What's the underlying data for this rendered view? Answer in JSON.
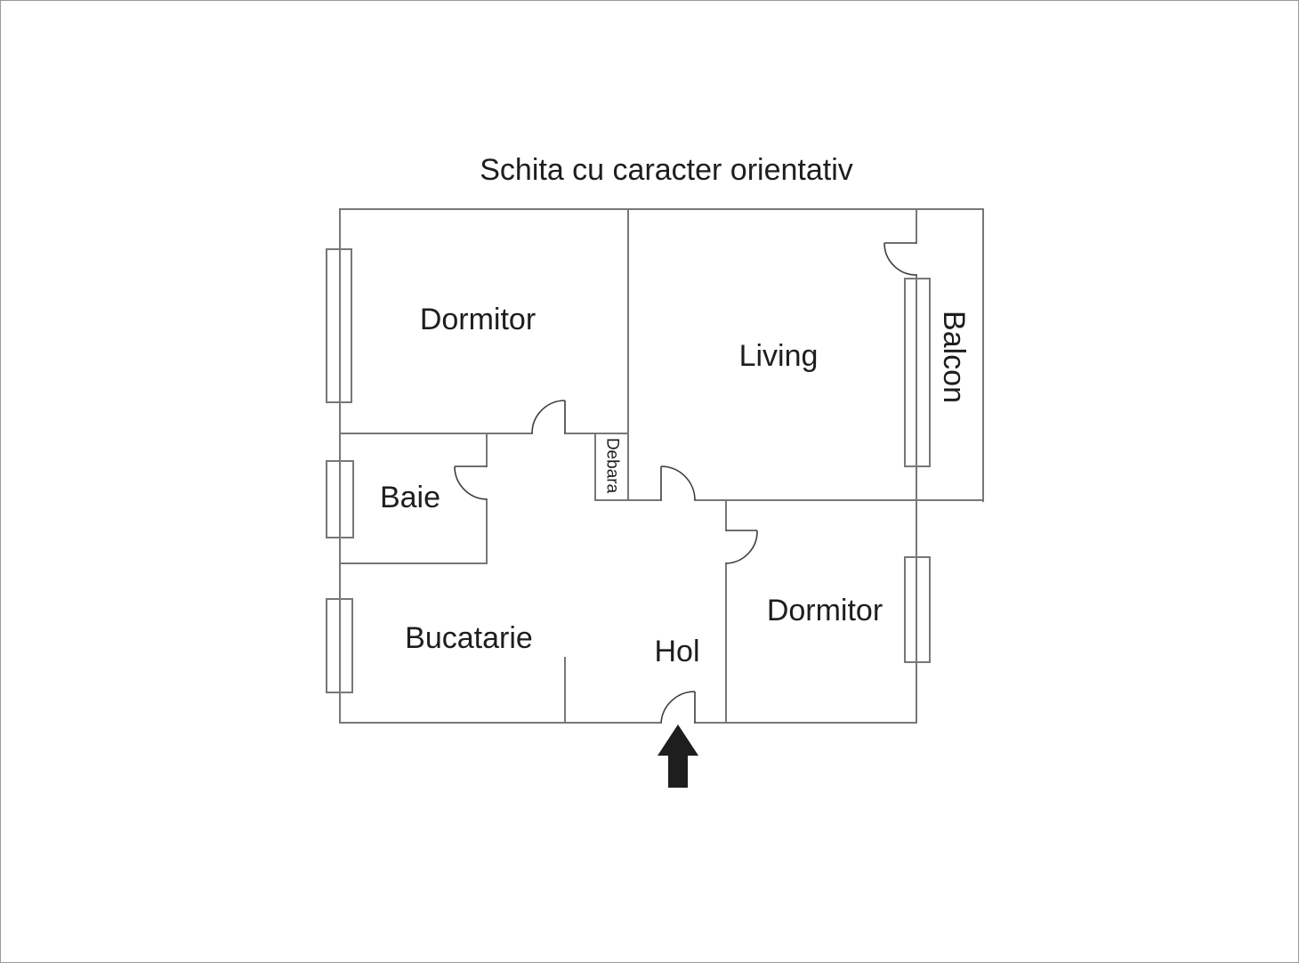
{
  "title": "Schita cu caracter orientativ",
  "rooms": [
    {
      "id": "dormitor-1",
      "label": "Dormitor"
    },
    {
      "id": "living",
      "label": "Living"
    },
    {
      "id": "balcon",
      "label": "Balcon"
    },
    {
      "id": "baie",
      "label": "Baie"
    },
    {
      "id": "debara",
      "label": "Debara"
    },
    {
      "id": "bucatarie",
      "label": "Bucatarie"
    },
    {
      "id": "hol",
      "label": "Hol"
    },
    {
      "id": "dormitor-2",
      "label": "Dormitor"
    }
  ],
  "icons": {
    "entrance_arrow": "entrance-up-arrow"
  },
  "colors": {
    "wall": "#777777",
    "door": "#3e3e3e",
    "text": "#1e1e1e",
    "arrow": "#1e1e1e",
    "background": "#ffffff",
    "frame": "#9a9a9a"
  }
}
